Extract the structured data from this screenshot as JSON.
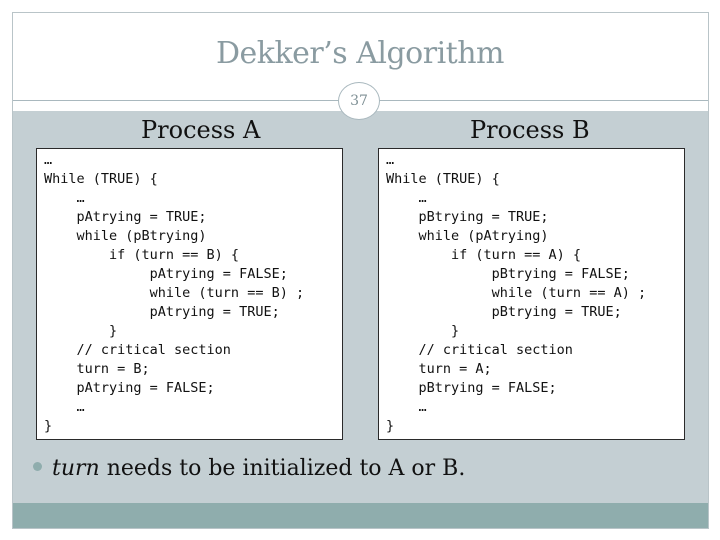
{
  "slide": {
    "title": "Dekker’s Algorithm",
    "number": "37"
  },
  "process_a": {
    "title": "Process A",
    "lines": [
      "…",
      "While (TRUE) {",
      "    …",
      "    pAtrying = TRUE;",
      "    while (pBtrying)",
      "        if (turn == B) {",
      "             pAtrying = FALSE;",
      "             while (turn == B) ;",
      "             pAtrying = TRUE;",
      "        }",
      "    // critical section",
      "    turn = B;",
      "    pAtrying = FALSE;",
      "    …",
      "}"
    ]
  },
  "process_b": {
    "title": "Process B",
    "lines": [
      "…",
      "While (TRUE) {",
      "    …",
      "    pBtrying = TRUE;",
      "    while (pAtrying)",
      "        if (turn == A) {",
      "             pBtrying = FALSE;",
      "             while (turn == A) ;",
      "             pBtrying = TRUE;",
      "        }",
      "    // critical section",
      "    turn = A;",
      "    pBtrying = FALSE;",
      "    …",
      "}"
    ]
  },
  "bullet": {
    "emphasis": "turn",
    "text": " needs to be initialized to A or B."
  },
  "colors": {
    "content_bg": "#c4cfd3",
    "footer_bar": "#8fadad",
    "title_text": "#8a9ba1",
    "bullet_icon": "#8fadad"
  }
}
